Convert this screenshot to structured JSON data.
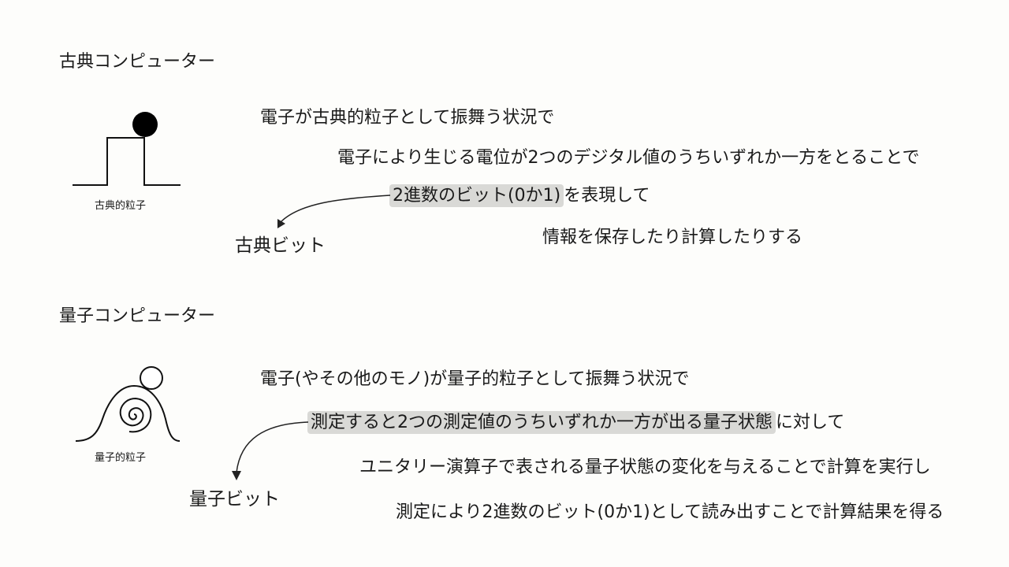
{
  "classical": {
    "title": "古典コンピューター",
    "figure_caption": "古典的粒子",
    "bit_label": "古典ビット",
    "lines": [
      "電子が古典的粒子として振舞う状況で",
      "電子により生じる電位が2つのデジタル値のうちいずれか一方をとることで"
    ],
    "line3_highlight": "2進数のビット(0か1)",
    "line3_rest": "を表現して",
    "line4": "情報を保存したり計算したりする"
  },
  "quantum": {
    "title": "量子コンピューター",
    "figure_caption": "量子的粒子",
    "bit_label": "量子ビット",
    "line1": "電子(やその他のモノ)が量子的粒子として振舞う状況で",
    "line2_highlight": "測定すると2つの測定値のうちいずれか一方が出る量子状態",
    "line2_rest": "に対して",
    "line3": "ユニタリー演算子で表される量子状態の変化を与えることで計算を実行し",
    "line4": "測定により2進数のビット(0か1)として読み出すことで計算結果を得る"
  }
}
